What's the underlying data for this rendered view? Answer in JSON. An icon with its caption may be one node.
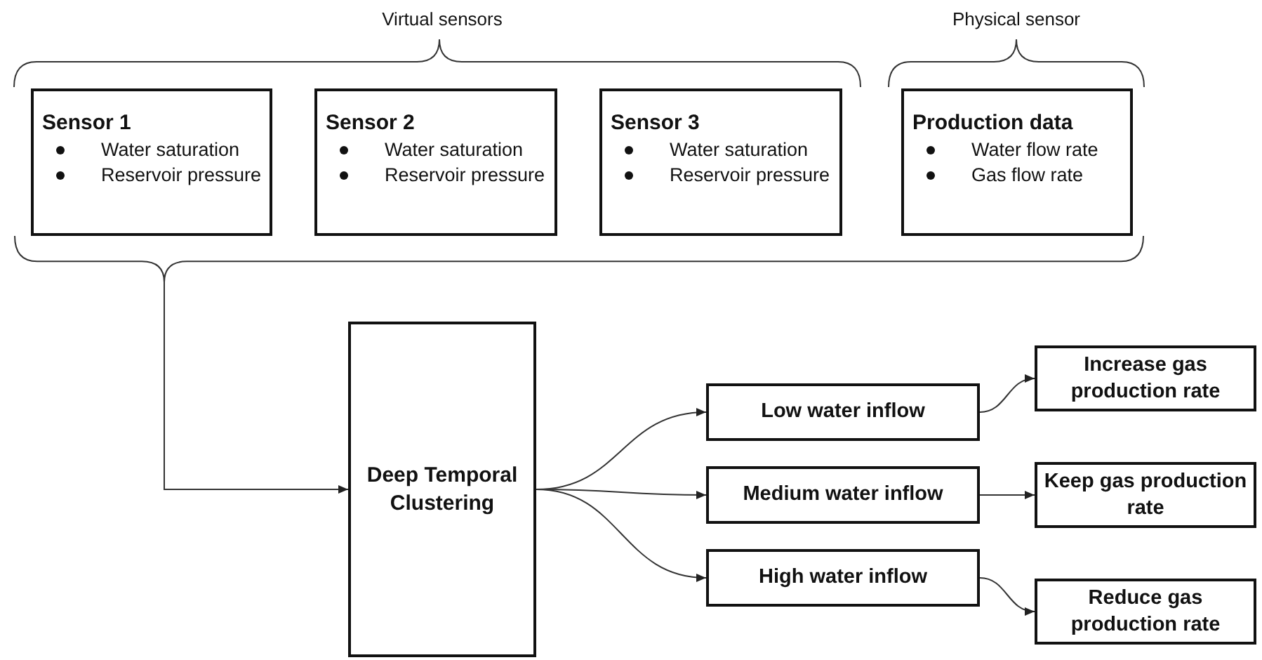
{
  "diagram": {
    "nodes": [
      {
        "text": [
          "Sensor 1",
          "Water saturation",
          "Reservoir pressure"
        ]
      },
      {
        "text": [
          "Sensor 2",
          "Water saturation",
          "Reservoir pressure"
        ]
      },
      {
        "text": [
          "Sensor 3",
          "Water saturation",
          "Reservoir pressure"
        ]
      },
      {
        "text": [
          "Production data",
          "Water flow rate",
          "Gas flow rate"
        ]
      },
      {
        "text": [
          "Deep Temporal Clustering"
        ]
      },
      {
        "text": [
          "Low water inflow"
        ]
      },
      {
        "text": [
          "Medium water inflow"
        ]
      },
      {
        "text": [
          "High water inflow"
        ]
      },
      {
        "text": [
          "Increase gas production rate"
        ]
      },
      {
        "text": [
          "Keep gas production rate"
        ]
      },
      {
        "text": [
          "Reduce gas production rate"
        ]
      },
      {
        "text": [],
        "shape": "brace"
      }
    ],
    "edges": [
      {
        "from": 11,
        "to": 4,
        "arrow": "to"
      },
      {
        "from": 4,
        "to": 5,
        "arrow": "to"
      },
      {
        "from": 4,
        "to": 6,
        "arrow": "to"
      },
      {
        "from": 4,
        "to": 7,
        "arrow": "to"
      },
      {
        "from": 5,
        "to": 8,
        "arrow": "to"
      },
      {
        "from": 6,
        "to": 9,
        "arrow": "to"
      },
      {
        "from": 7,
        "to": 10,
        "arrow": "to"
      }
    ],
    "labels": [
      "Virtual sensors",
      "Physical sensor"
    ]
  }
}
